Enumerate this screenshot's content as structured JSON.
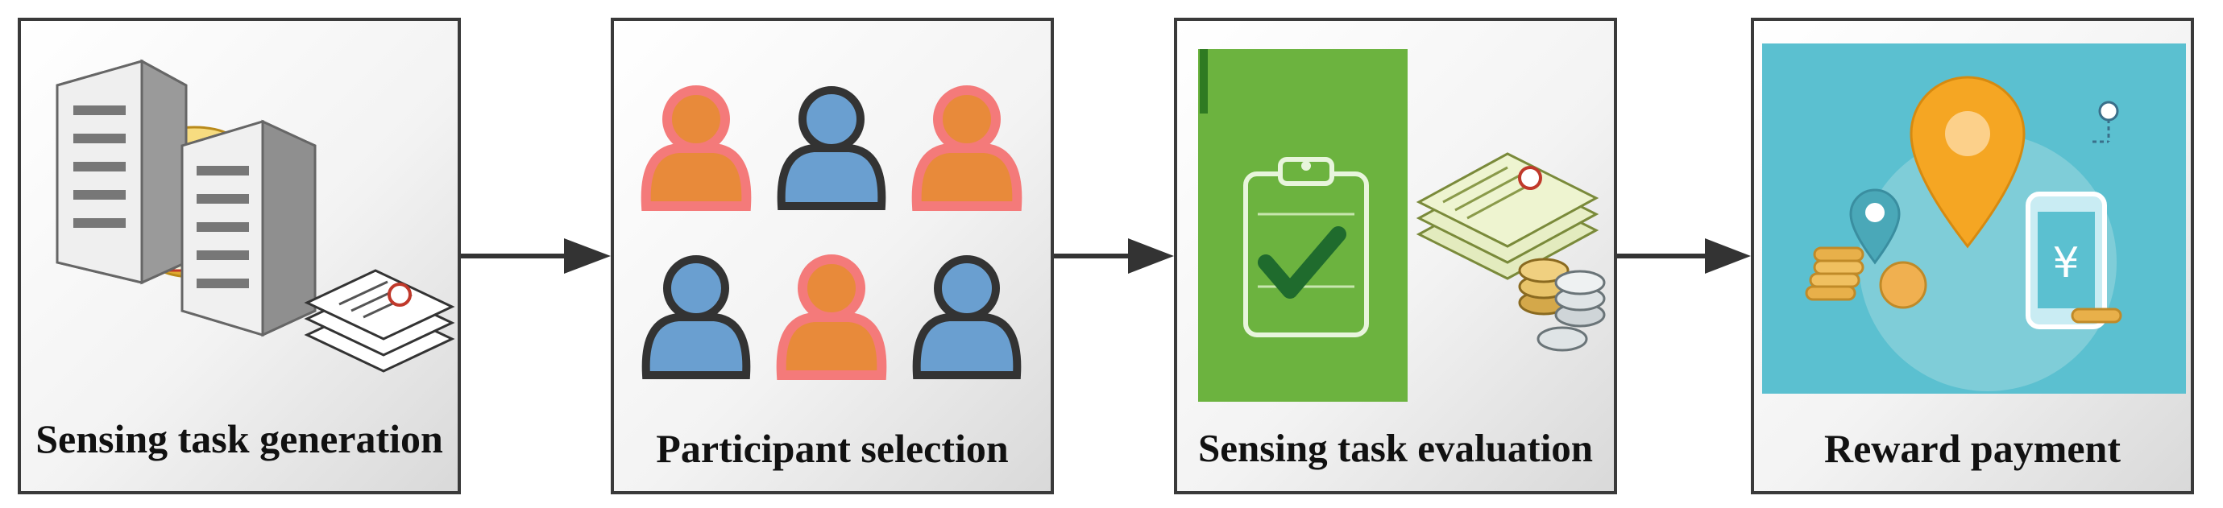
{
  "stages": [
    {
      "label": "Sensing task generation"
    },
    {
      "label": "Participant selection"
    },
    {
      "label": "Sensing task evaluation"
    },
    {
      "label": "Reward payment"
    }
  ],
  "colors": {
    "border": "#3a3a3a",
    "arrow": "#333333",
    "participant_orange": "#e88a3a",
    "participant_pink_glow": "#f47a7a",
    "participant_blue": "#6a9fd0",
    "clipboard_green": "#6cb33f",
    "reward_background": "#5bc0d0",
    "pin_orange": "#f5a623",
    "coin_gold": "#e8b04a"
  },
  "icons": [
    "server-icon",
    "database-icon",
    "document-stack-icon",
    "person-icon",
    "clipboard-check-icon",
    "coin-stack-icon",
    "location-pin-icon",
    "phone-yuan-icon"
  ]
}
